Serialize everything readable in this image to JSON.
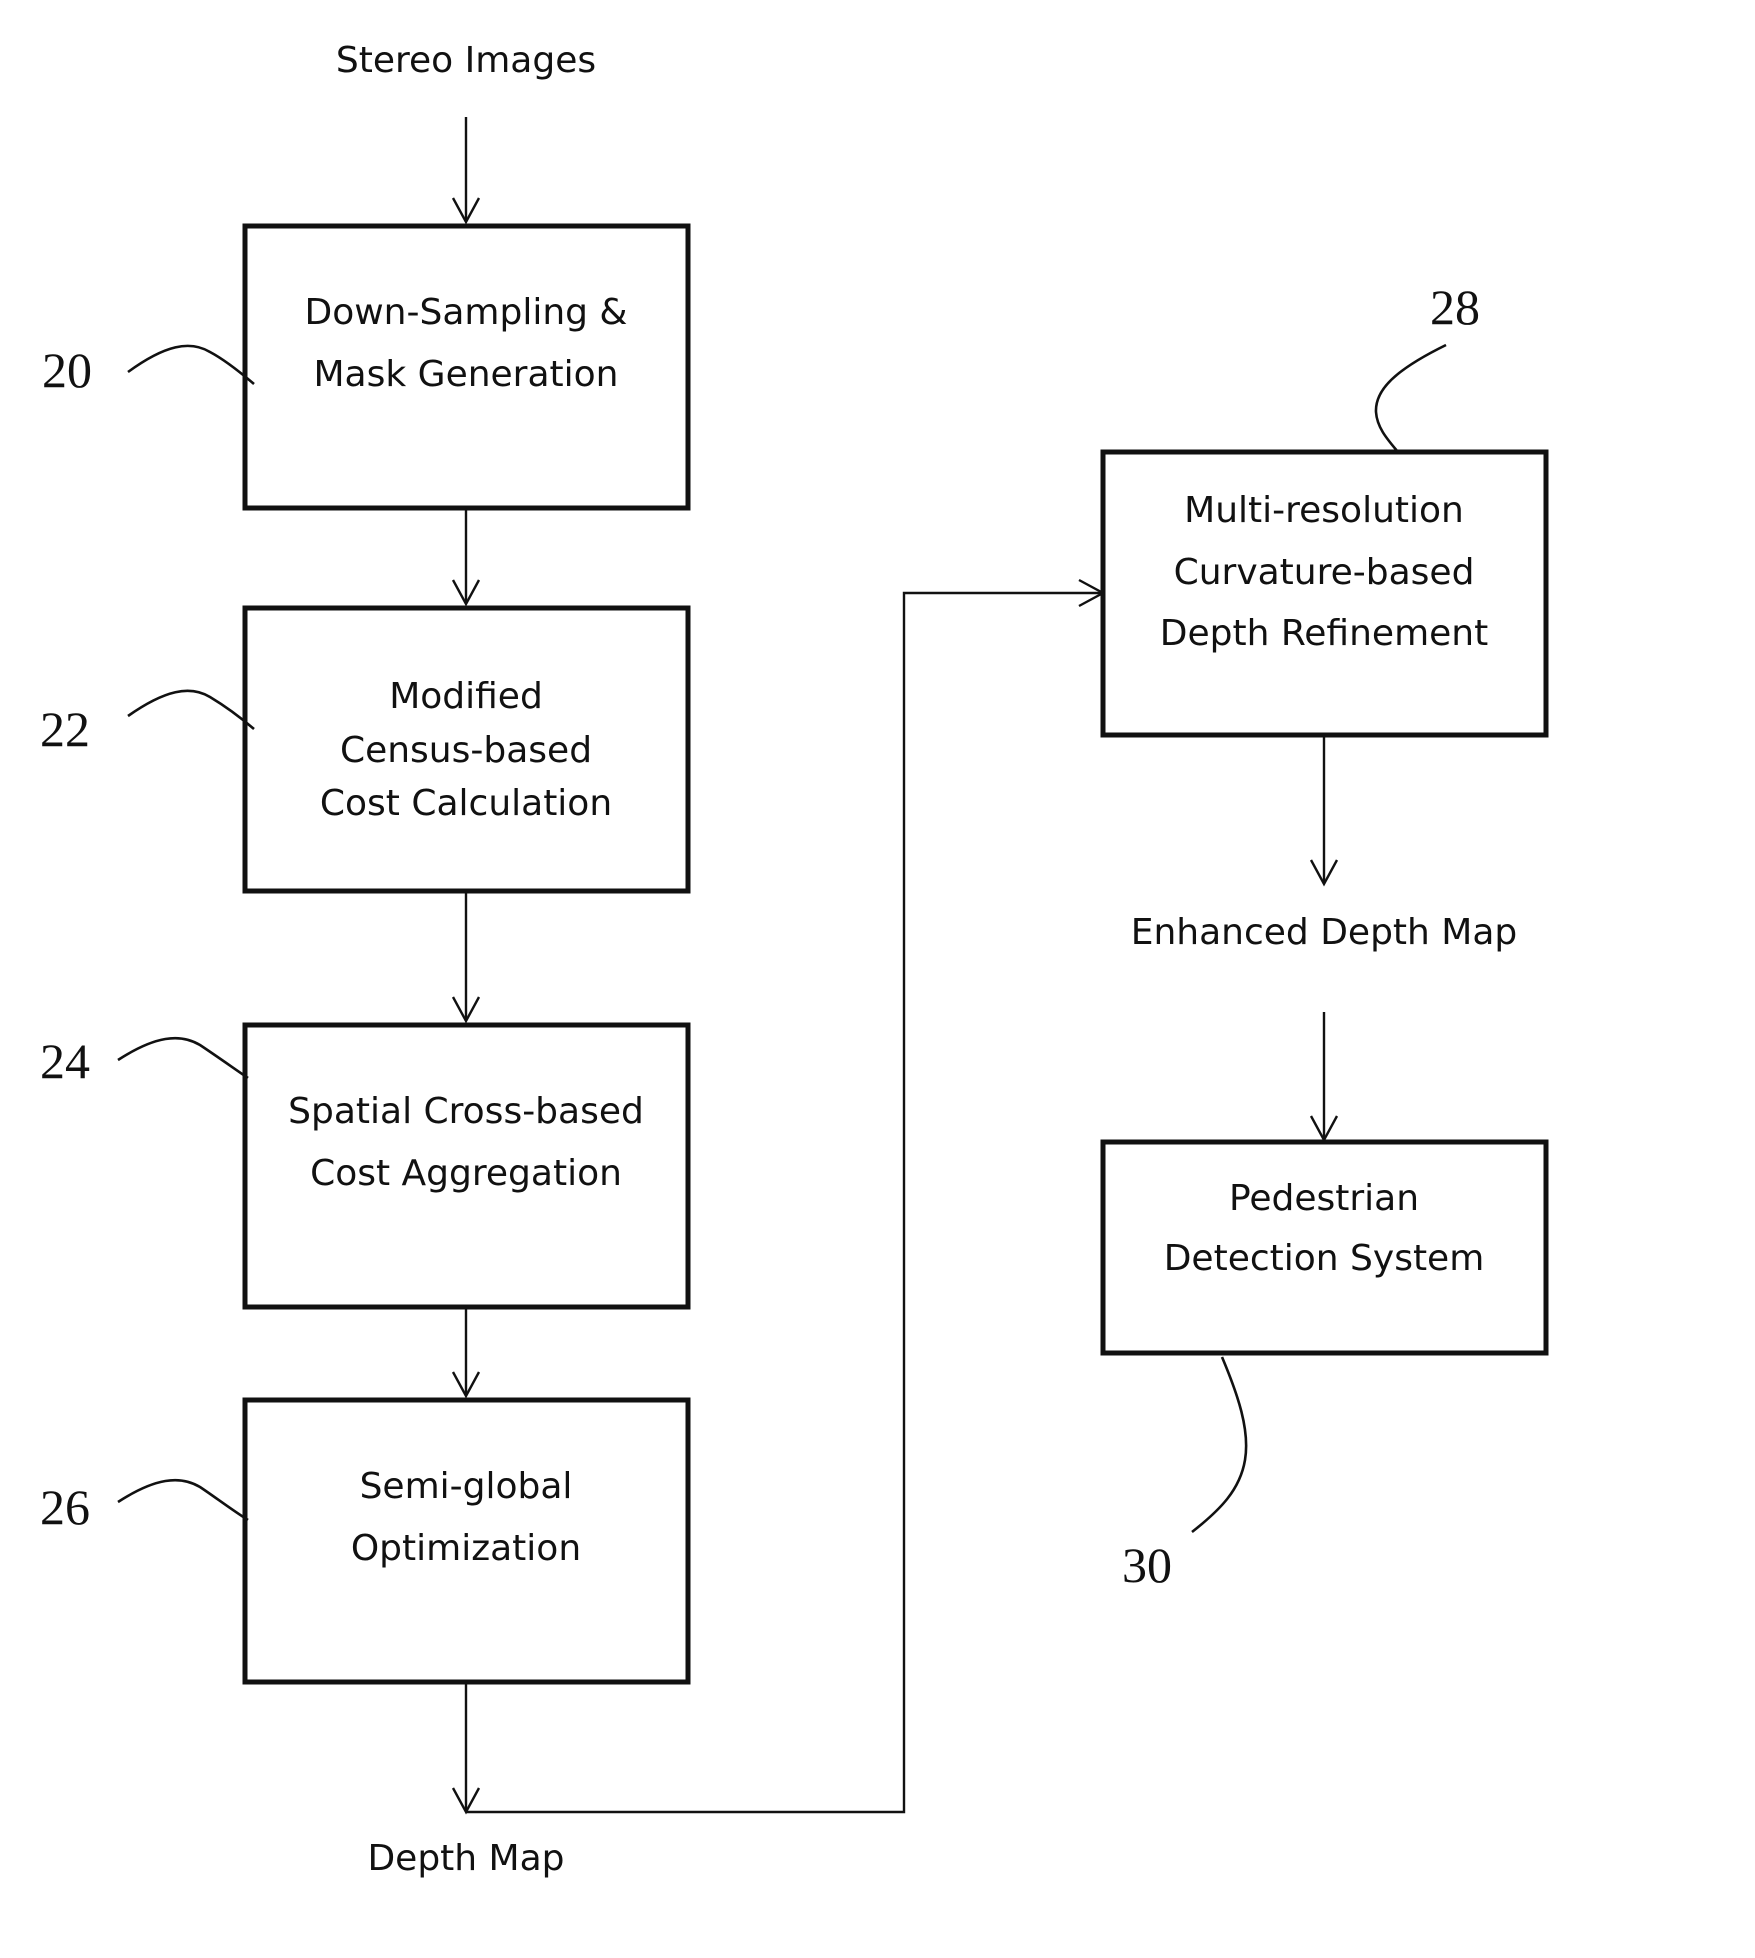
{
  "input_label": "Stereo Images",
  "boxes": {
    "downsampling": {
      "ref": "20",
      "lines": [
        "Down-Sampling &",
        "Mask Generation"
      ]
    },
    "census": {
      "ref": "22",
      "lines": [
        "Modified",
        "Census-based",
        "Cost Calculation"
      ]
    },
    "aggregation": {
      "ref": "24",
      "lines": [
        "Spatial Cross-based",
        "Cost Aggregation"
      ]
    },
    "semiglobal": {
      "ref": "26",
      "lines": [
        "Semi-global",
        "Optimization"
      ]
    },
    "refinement": {
      "ref": "28",
      "lines": [
        "Multi-resolution",
        "Curvature-based",
        "Depth Refinement"
      ]
    },
    "pedestrian": {
      "ref": "30",
      "lines": [
        "Pedestrian",
        "Detection System"
      ]
    }
  },
  "depth_map_label": "Depth Map",
  "enhanced_label": "Enhanced Depth Map",
  "colors": {
    "stroke": "#111111",
    "background": "#ffffff"
  }
}
